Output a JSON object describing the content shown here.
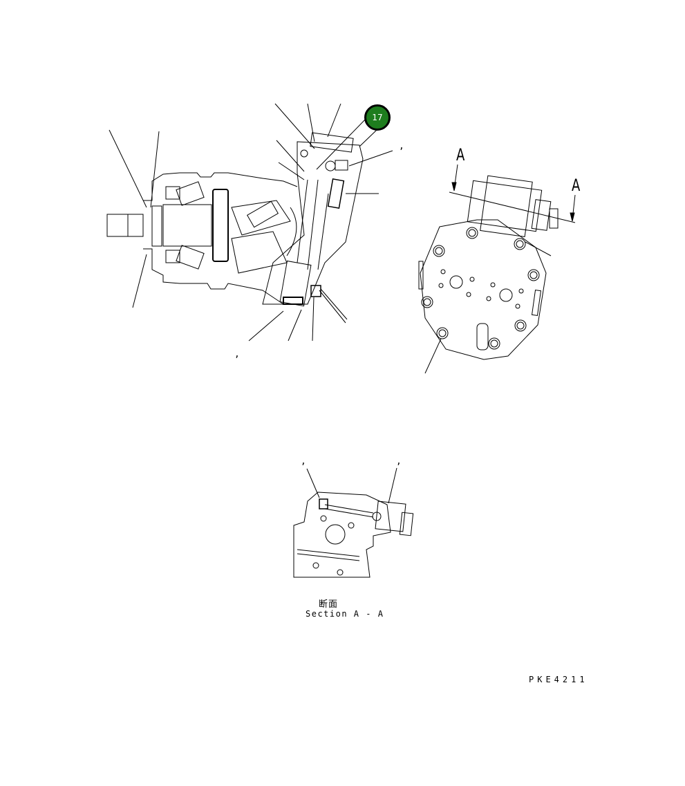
{
  "diagram": {
    "drawing_code": "PKE4211",
    "highlighted_callout": {
      "number": "17",
      "color": "#1e7d1e",
      "border_color": "#000000"
    },
    "section_markers": [
      "A",
      "A"
    ],
    "section_view": {
      "title_jp": "断面",
      "title_en": "Section A - A"
    },
    "commas": [
      ",",
      ",",
      ",",
      ","
    ],
    "views": [
      {
        "name": "main-cross-section",
        "description": "pump/motor assembly cross section"
      },
      {
        "name": "end-view",
        "description": "port plate end view with section line A-A"
      },
      {
        "name": "section-a-a",
        "description": "valve block section A-A"
      }
    ]
  }
}
